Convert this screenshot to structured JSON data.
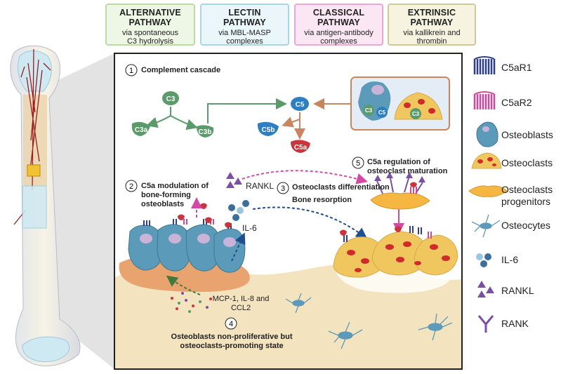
{
  "pathways": [
    {
      "title_line1": "ALTERNATIVE",
      "title_line2": "PATHWAY",
      "sub_line1": "via spontaneous",
      "sub_line2": "C3 hydrolysis"
    },
    {
      "title_line1": "LECTIN",
      "title_line2": "PATHWAY",
      "sub_line1": "via MBL-MASP",
      "sub_line2": "complexes"
    },
    {
      "title_line1": "CLASSICAL",
      "title_line2": "PATHWAY",
      "sub_line1": "via antigen-antibody",
      "sub_line2": "complexes"
    },
    {
      "title_line1": "EXTRINSIC",
      "title_line2": "PATHWAY",
      "sub_line1": "via kallikrein and",
      "sub_line2": "thrombin"
    }
  ],
  "steps": {
    "s1": {
      "num": "1",
      "label": "Complement cascade"
    },
    "s2": {
      "num": "2",
      "line1": "C5a modulation of",
      "line2": "bone-forming",
      "line3": "osteoblasts"
    },
    "s3": {
      "num": "3",
      "line1": "Osteoclasts differentiation",
      "line2": "Bone resorption"
    },
    "s4": {
      "num": "4",
      "line1": "Osteoblasts non-proliferative but",
      "line2": "osteoclasts-promoting state"
    },
    "s5": {
      "num": "5",
      "line1": "C5a regulation of",
      "line2": "osteoclast maturation"
    }
  },
  "molecules": {
    "c3": "C3",
    "c3a": "C3a",
    "c3b": "C3b",
    "c5": "C5",
    "c5b": "C5b",
    "c5a": "C5a",
    "rankl": "RANKL",
    "il6": "IL-6",
    "chem_line1": "MCP-1, IL-8 and",
    "chem_line2": "CCL2"
  },
  "legend": [
    "C5aR1",
    "C5aR2",
    "Osteoblasts",
    "Osteoclasts",
    "Osteoclasts progenitors",
    "Osteocytes",
    "IL-6",
    "RANKL",
    "RANK"
  ],
  "colors": {
    "c3": "#5b9a6a",
    "c5": "#2e7fc2",
    "c5a": "#c9353d",
    "osteoblast": "#5b9ab8",
    "osteoclast": "#f0c75e",
    "rankl": "#7b4fa3",
    "c5ar1": "#2f3f86",
    "c5ar2": "#d2489b"
  }
}
